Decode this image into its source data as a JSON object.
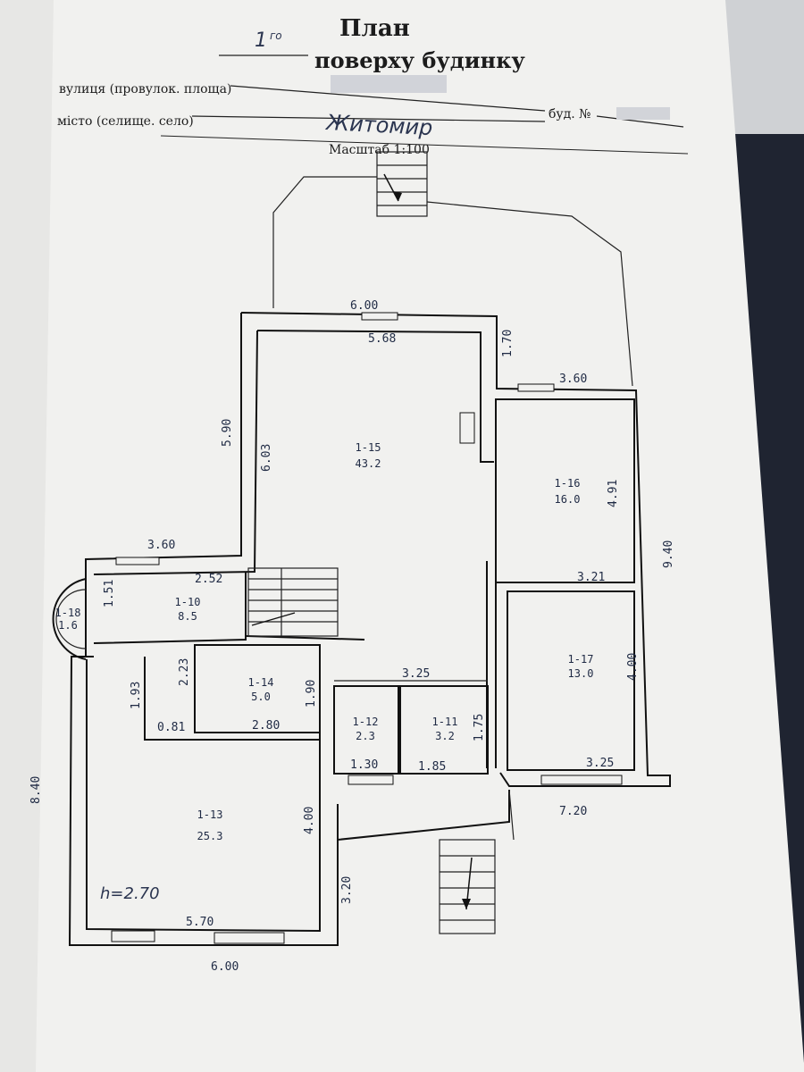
{
  "header": {
    "title": "План",
    "floor_number": "1",
    "floor_suffix": "го",
    "subtitle": "поверху будинку",
    "street_label": "вулиця (провулок. площа)",
    "city_label": "місто (селище. село)",
    "city_value": "Житомир",
    "building_label": "буд. №",
    "scale": "Масштаб 1:100"
  },
  "rooms": [
    {
      "id": "1-15",
      "area": "43.2"
    },
    {
      "id": "1-16",
      "area": "16.0"
    },
    {
      "id": "1-17",
      "area": "13.0"
    },
    {
      "id": "1-10",
      "area": "8.5"
    },
    {
      "id": "1-18",
      "area": "1.6"
    },
    {
      "id": "1-14",
      "area": "5.0"
    },
    {
      "id": "1-12",
      "area": "2.3"
    },
    {
      "id": "1-11",
      "area": "3.2"
    },
    {
      "id": "1-13",
      "area": "25.3"
    }
  ],
  "dimensions": {
    "top_outer": "6.00",
    "top_inner": "5.68",
    "right_step": "1.70",
    "right_top": "3.60",
    "left_top_vertical": "5.90",
    "inner_vertical": "6.03",
    "r16_vertical": "4.91",
    "r16_bottom": "3.21",
    "right_outer": "9.40",
    "left_step": "3.60",
    "r10_width": "2.52",
    "r10_height": "1.51",
    "corridor_width": "3.25",
    "r17_vertical": "4.00",
    "r17_bottom": "3.25",
    "bottom_right": "7.20",
    "r14_left": "2.23",
    "r14_right": "1.90",
    "r14_bottom": "2.80",
    "small_a": "1.93",
    "small_b": "0.81",
    "r12_width": "1.30",
    "r11_width": "1.85",
    "r11_height": "1.75",
    "left_outer": "8.40",
    "r13_vertical": "4.00",
    "r13_bottom": "5.70",
    "bottom_outer": "6.00",
    "stair_right": "3.20",
    "ceiling_height": "h=2.70"
  },
  "colors": {
    "paper": "#f1f1ef",
    "ink": "#1f2a44"
  }
}
